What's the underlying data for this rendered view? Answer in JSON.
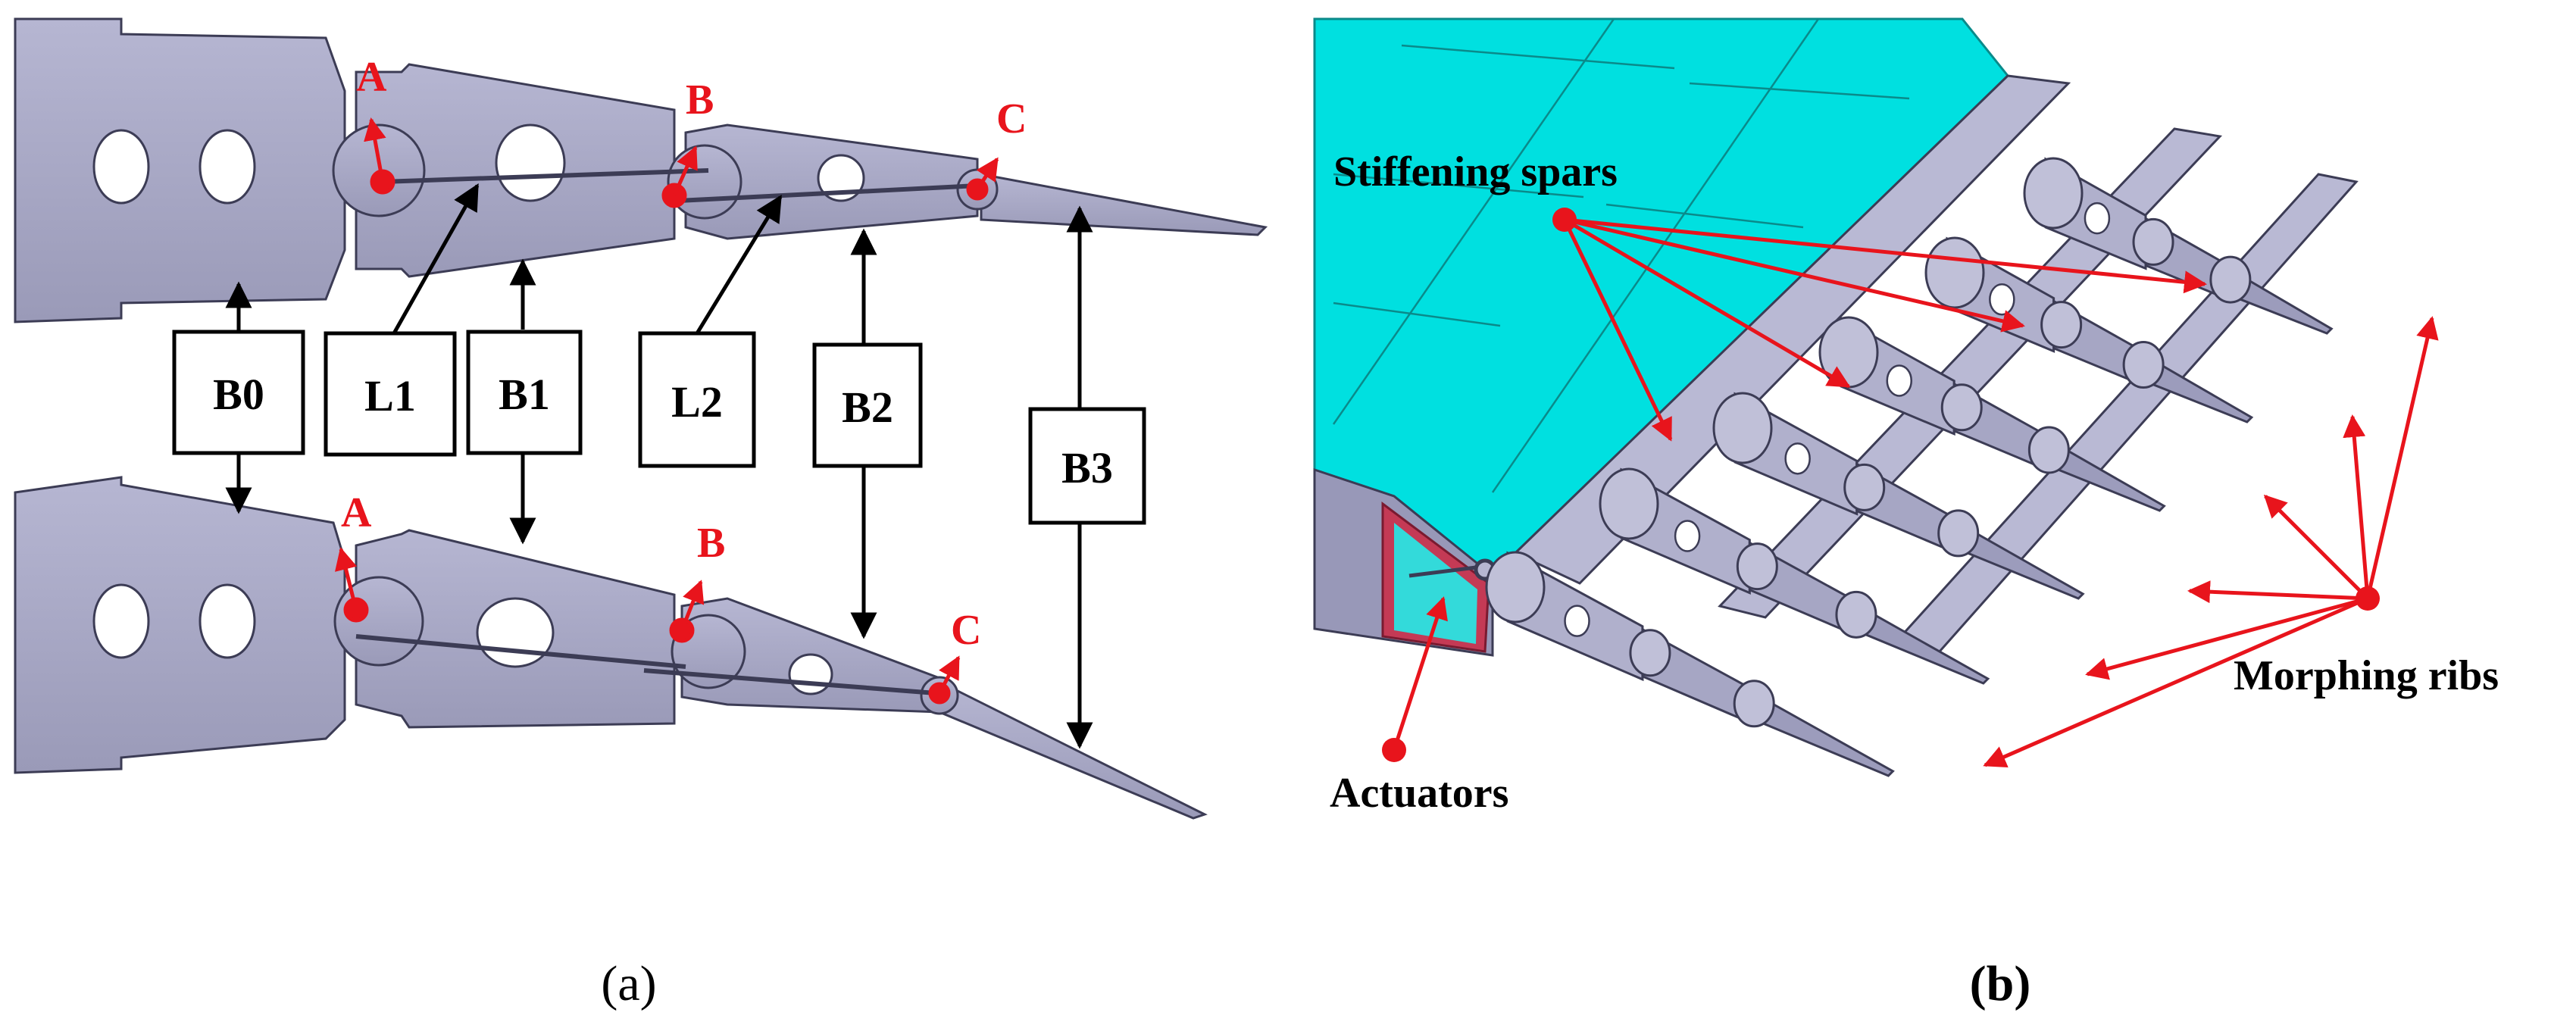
{
  "panel_a": {
    "caption": "(a)",
    "blocks": [
      "B0",
      "L1",
      "B1",
      "L2",
      "B2",
      "B3"
    ],
    "joints": [
      "A",
      "B",
      "C"
    ]
  },
  "panel_b": {
    "caption": "(b)",
    "labels": {
      "stiffening_spars": "Stiffening spars",
      "morphing_ribs": "Morphing ribs",
      "actuators": "Actuators"
    }
  },
  "colors": {
    "part_fill": "#a9a9c6",
    "part_stroke": "#3c3c55",
    "skin": "#00e0e0",
    "annotation_red": "#e8141c",
    "label_black": "#000000"
  }
}
